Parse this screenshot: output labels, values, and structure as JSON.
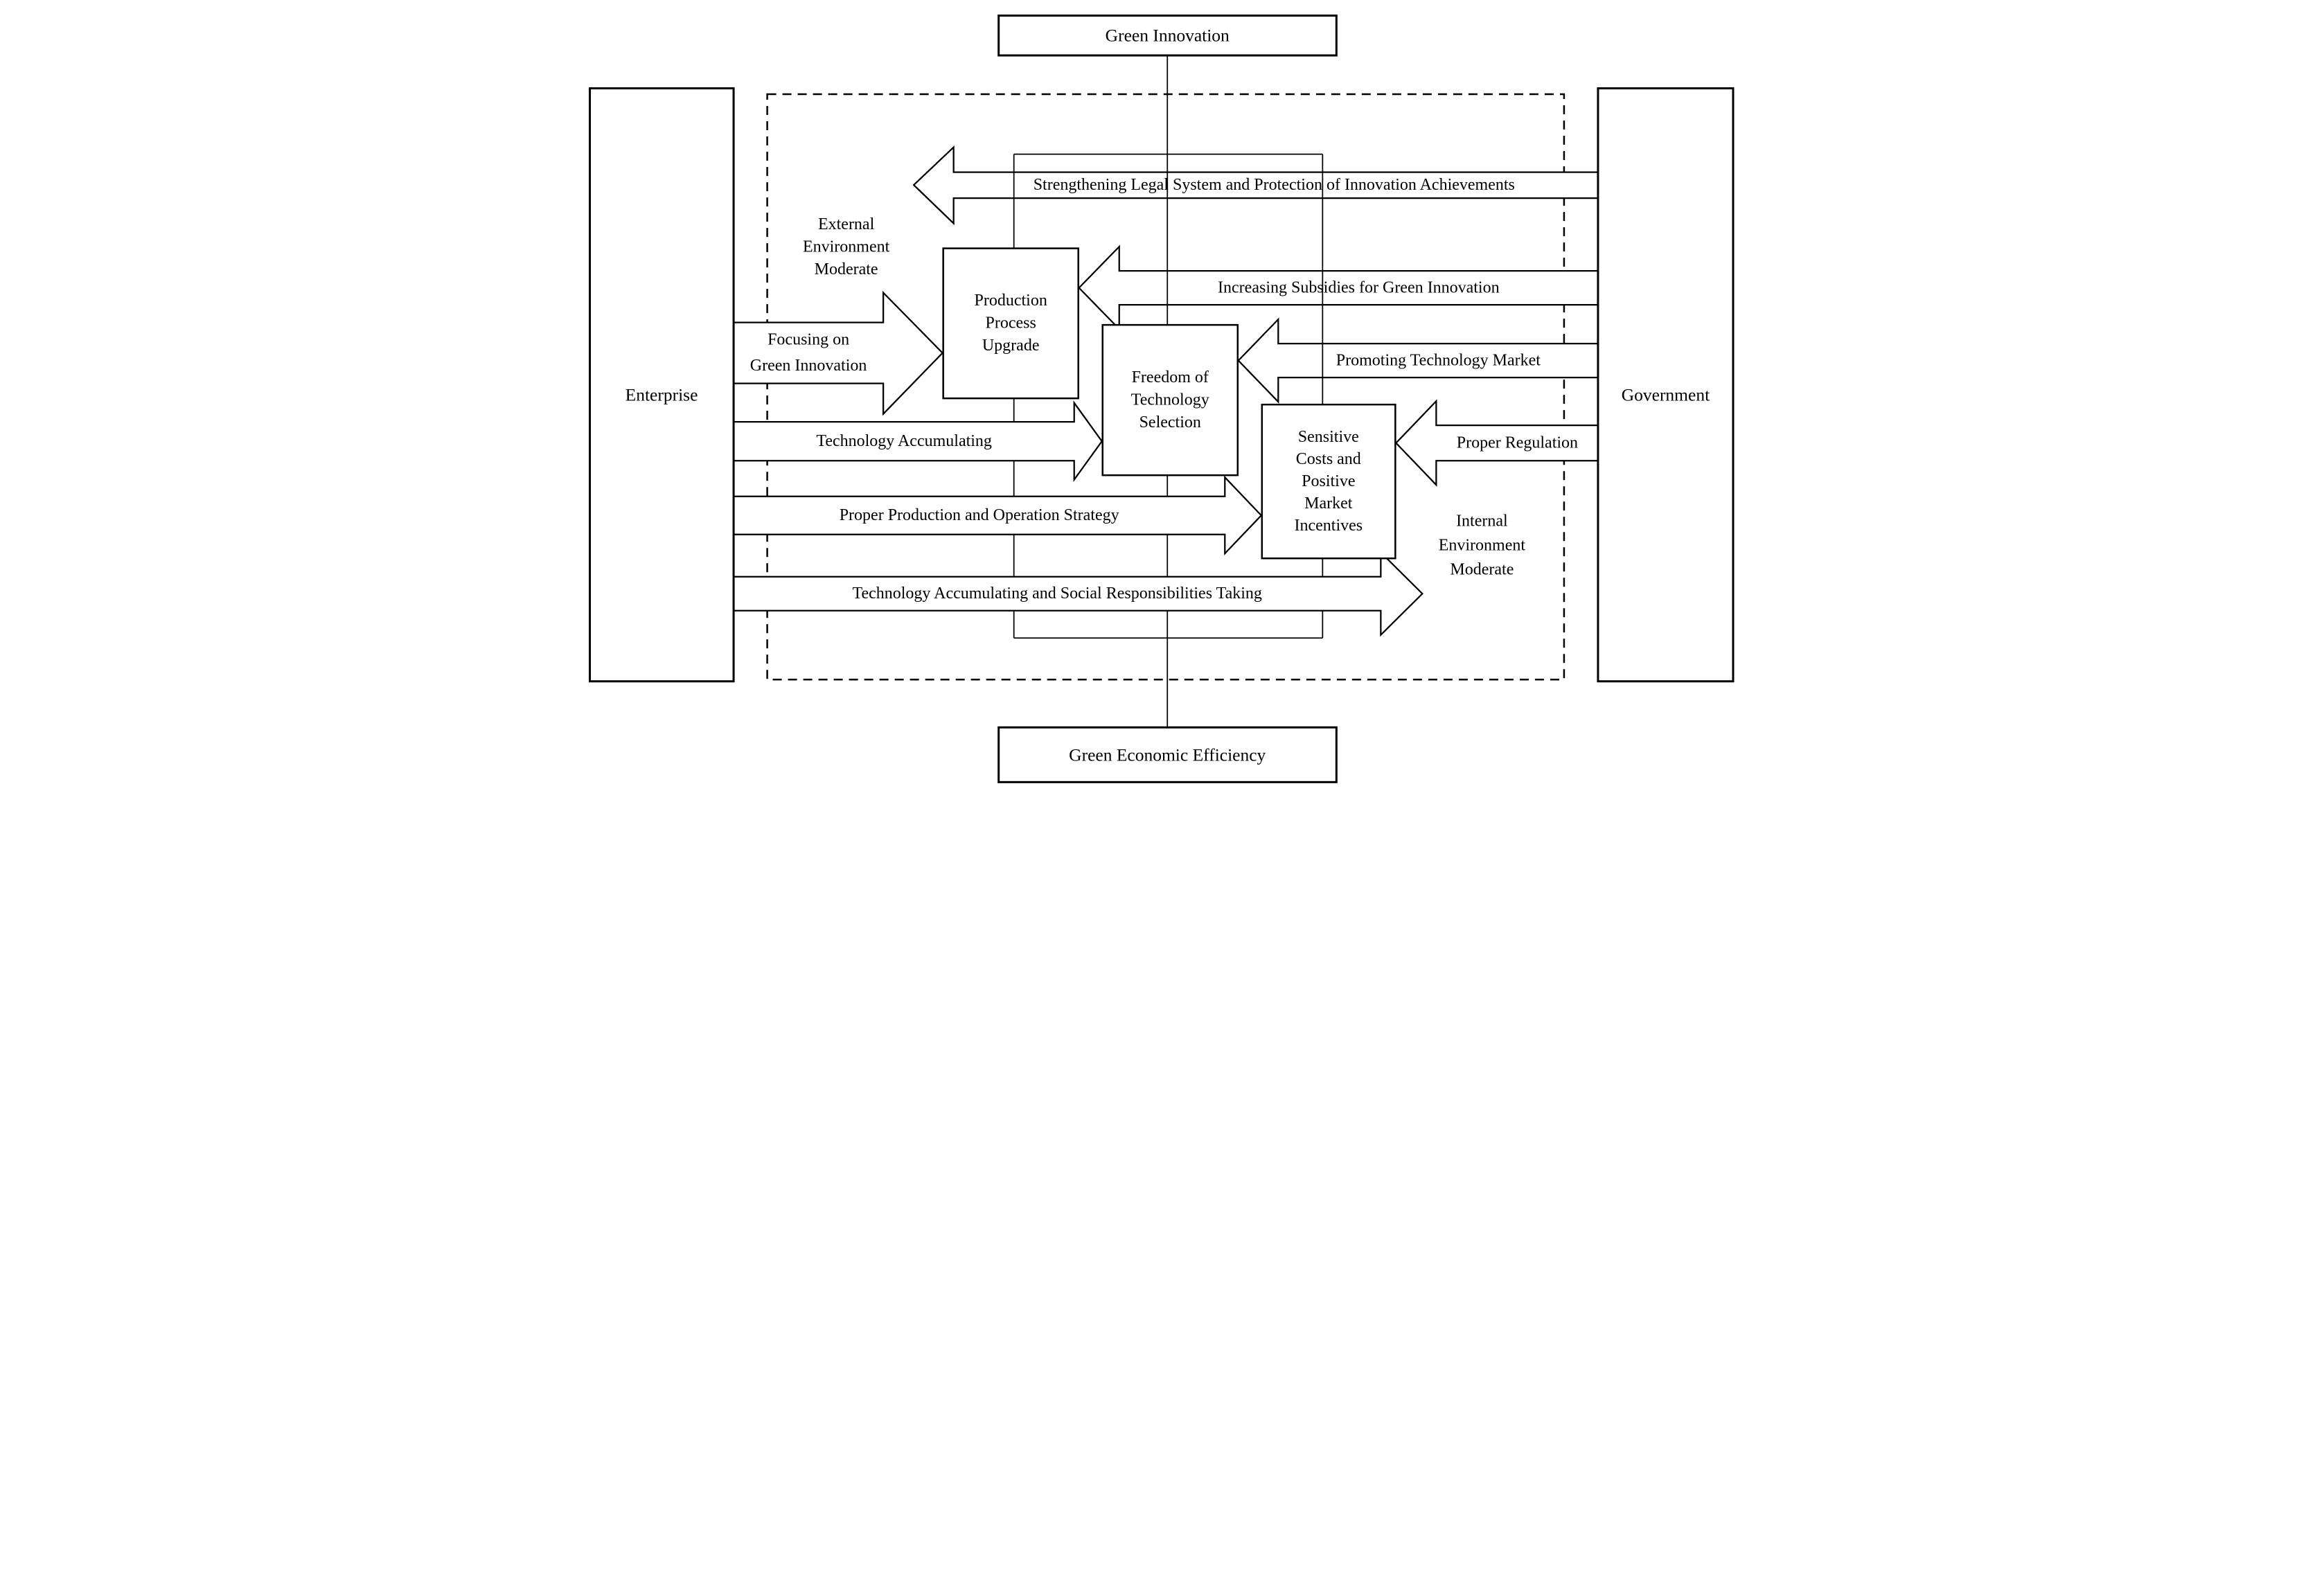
{
  "title_boxes": {
    "green_innovation": "Green Innovation",
    "green_economic_efficiency": "Green Economic Efficiency"
  },
  "actors": {
    "enterprise": "Enterprise",
    "government": "Government"
  },
  "environment_labels": {
    "external": {
      "lines": [
        "External",
        "Environment",
        "Moderate"
      ]
    },
    "internal": {
      "lines": [
        "Internal",
        "Environment",
        "Moderate"
      ]
    }
  },
  "process_boxes": {
    "production": {
      "lines": [
        "Production",
        "Process",
        "Upgrade"
      ]
    },
    "freedom": {
      "lines": [
        "Freedom of",
        "Technology",
        "Selection"
      ]
    },
    "sensitive": {
      "lines": [
        "Sensitive",
        "Costs and",
        "Positive",
        "Market",
        "Incentives"
      ]
    }
  },
  "government_arrows": [
    {
      "label": "Strengthening Legal System and Protection of Innovation Achievements"
    },
    {
      "label": "Increasing Subsidies for Green Innovation"
    },
    {
      "label": "Promoting Technology Market"
    },
    {
      "label": "Proper Regulation"
    }
  ],
  "enterprise_arrows": [
    {
      "lines": [
        "Focusing on",
        "Green Innovation"
      ]
    },
    {
      "label": "Technology Accumulating"
    },
    {
      "label": "Proper Production and Operation Strategy"
    },
    {
      "label": "Technology Accumulating and Social Responsibilities Taking"
    }
  ],
  "colors": {
    "ink": "#000000",
    "paper": "#ffffff"
  }
}
